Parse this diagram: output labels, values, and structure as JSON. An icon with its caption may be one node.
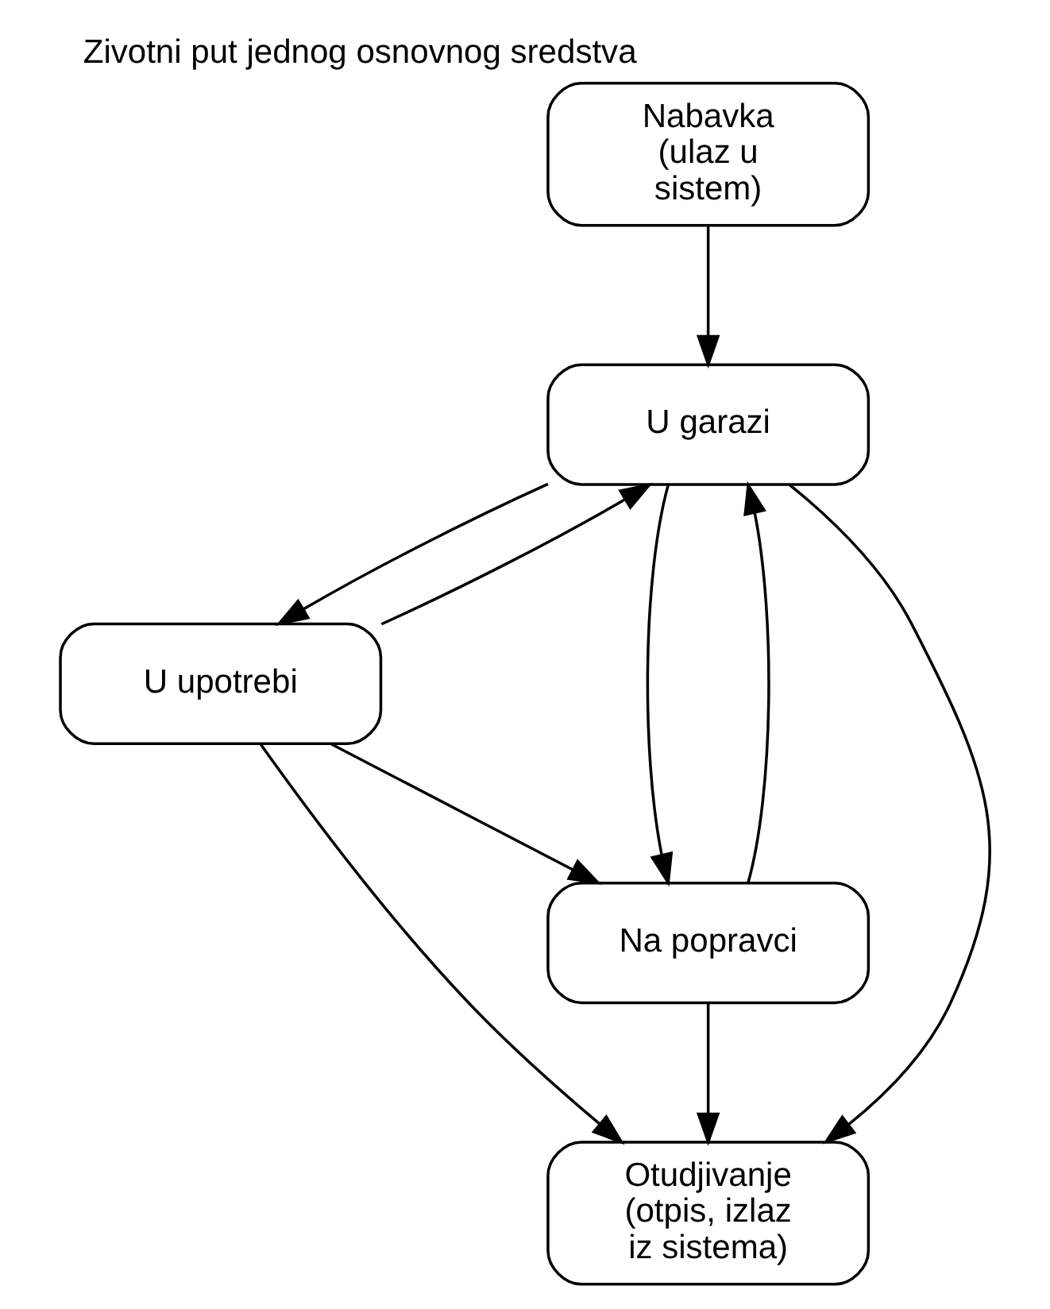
{
  "diagram": {
    "title": "Zivotni put jednog osnovnog sredstva",
    "nodes": [
      {
        "text": [
          "Nabavka (ulaz u sistem)"
        ]
      },
      {
        "text": [
          "U garazi"
        ]
      },
      {
        "text": [
          "U upotrebi"
        ]
      },
      {
        "text": [
          "Otudjivanje (otpis, izlaz iz sistema)"
        ]
      },
      {
        "text": [
          "Na popravci"
        ]
      }
    ],
    "edges": [
      {
        "from": 0,
        "to": 1,
        "arrow": "to"
      },
      {
        "from": 1,
        "to": 2,
        "arrow": "to"
      },
      {
        "from": 2,
        "to": 1,
        "arrow": "to"
      },
      {
        "from": 1,
        "to": 3,
        "arrow": "to"
      },
      {
        "from": 2,
        "to": 3,
        "arrow": "to"
      },
      {
        "from": 2,
        "to": 4,
        "arrow": "to"
      },
      {
        "from": 4,
        "to": 1,
        "arrow": "to"
      },
      {
        "from": 1,
        "to": 4,
        "arrow": "to"
      },
      {
        "from": 4,
        "to": 3,
        "arrow": "to"
      }
    ]
  }
}
